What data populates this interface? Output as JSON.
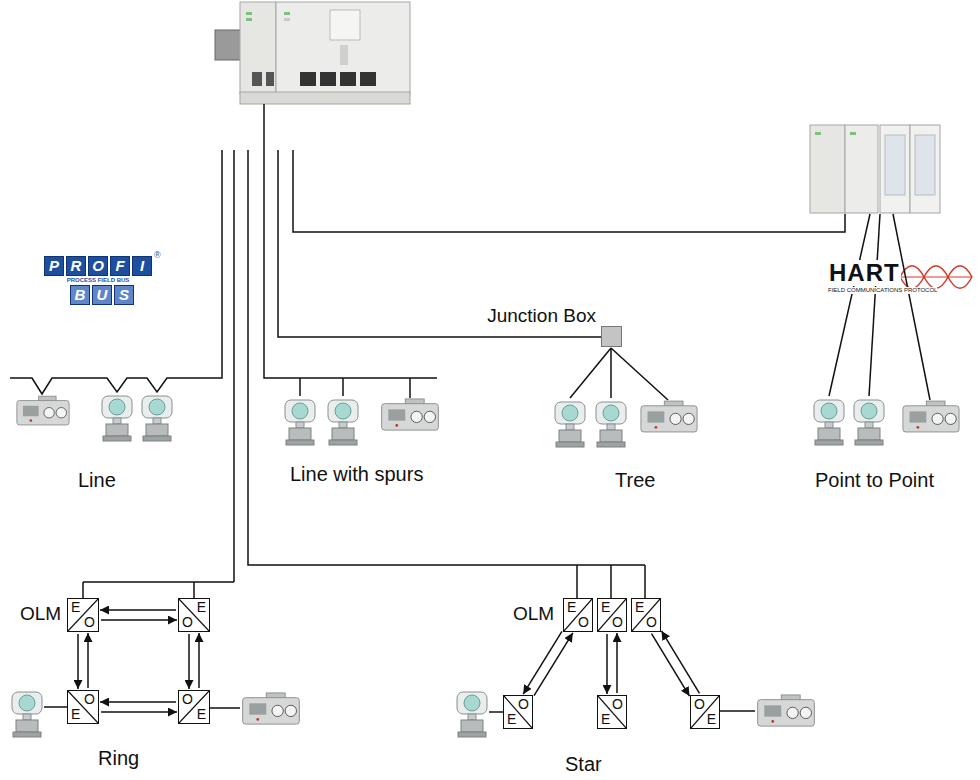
{
  "diagram": {
    "nodes": [
      {
        "text": [
          "Junction Box"
        ]
      },
      {
        "text": [
          "E",
          "O"
        ]
      },
      {
        "text": [
          "E",
          "O"
        ]
      },
      {
        "text": [
          "E",
          "O"
        ]
      },
      {
        "text": [
          "E",
          "O"
        ]
      },
      {
        "text": [
          "E",
          "O"
        ]
      },
      {
        "text": [
          "E",
          "O"
        ]
      },
      {
        "text": [
          "E",
          "O"
        ]
      },
      {
        "text": [
          "E",
          "O"
        ]
      },
      {
        "text": [
          "E",
          "O"
        ]
      },
      {
        "text": [
          "E",
          "O"
        ]
      }
    ],
    "edges": [
      {
        "from": 1,
        "to": 2,
        "arrow": "to"
      },
      {
        "from": 2,
        "to": 1,
        "arrow": "to"
      },
      {
        "from": 1,
        "to": 6,
        "arrow": "to"
      },
      {
        "from": 6,
        "to": 1,
        "arrow": "to"
      },
      {
        "from": 2,
        "to": 7,
        "arrow": "to"
      },
      {
        "from": 7,
        "to": 2,
        "arrow": "to"
      },
      {
        "from": 7,
        "to": 6,
        "arrow": "to"
      },
      {
        "from": 6,
        "to": 7,
        "arrow": "to"
      },
      {
        "from": 3,
        "to": 8,
        "arrow": "to"
      },
      {
        "from": 8,
        "to": 3,
        "arrow": "to"
      },
      {
        "from": 4,
        "to": 9,
        "arrow": "to"
      },
      {
        "from": 9,
        "to": 4,
        "arrow": "to"
      },
      {
        "from": 5,
        "to": 10,
        "arrow": "to"
      },
      {
        "from": 10,
        "to": 5,
        "arrow": "to"
      }
    ],
    "labels": [
      "P",
      "R",
      "O",
      "F",
      "I",
      "PROCESS FIELD BUS",
      "B",
      "U",
      "S",
      "®",
      "HART",
      "FIELD COMMUNICATIONS PROTOCOL",
      "Line",
      "Line with spurs",
      "Tree",
      "Point to Point",
      "OLM",
      "OLM",
      "Ring",
      "Star"
    ]
  }
}
